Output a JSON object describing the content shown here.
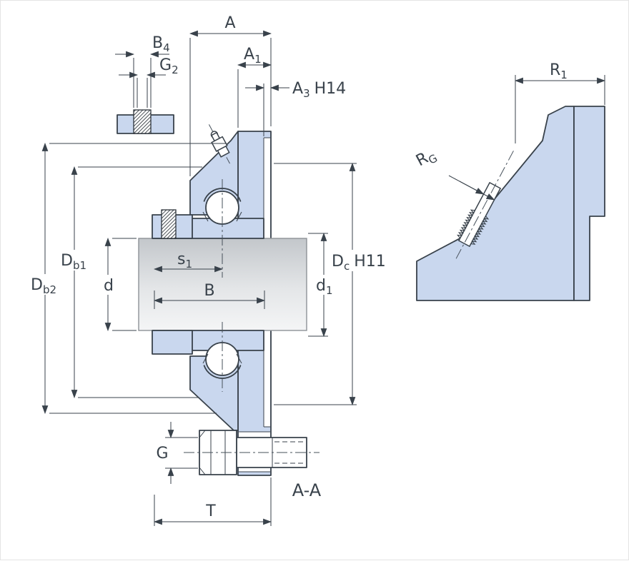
{
  "drawing": {
    "kind": "bearing-unit-cross-section",
    "section_label": "A-A"
  },
  "colors": {
    "part_fill": "#c9d7ee",
    "outline": "#39424b",
    "dimension": "#39424b",
    "shaft_dark": "#c3c7cb",
    "shaft_light": "#f4f5f6",
    "background": "#ffffff"
  },
  "dims": {
    "A": {
      "label": "A"
    },
    "A1": {
      "base": "A",
      "sub": "1"
    },
    "A3": {
      "base": "A",
      "sub": "3",
      "suffix": "H14"
    },
    "B4": {
      "base": "B",
      "sub": "4"
    },
    "G2": {
      "base": "G",
      "sub": "2"
    },
    "Db1": {
      "base": "D",
      "sub": "b1"
    },
    "Db2": {
      "base": "D",
      "sub": "b2"
    },
    "d": {
      "label": "d"
    },
    "s1": {
      "base": "s",
      "sub": "1"
    },
    "B": {
      "label": "B"
    },
    "d1": {
      "base": "d",
      "sub": "1"
    },
    "Dc": {
      "base": "D",
      "sub": "c",
      "suffix": "H11"
    },
    "G": {
      "label": "G"
    },
    "T": {
      "label": "T"
    },
    "R1": {
      "base": "R",
      "sub": "1"
    },
    "RG": {
      "base": "R",
      "sub": "G"
    },
    "section": {
      "label": "A-A"
    }
  }
}
